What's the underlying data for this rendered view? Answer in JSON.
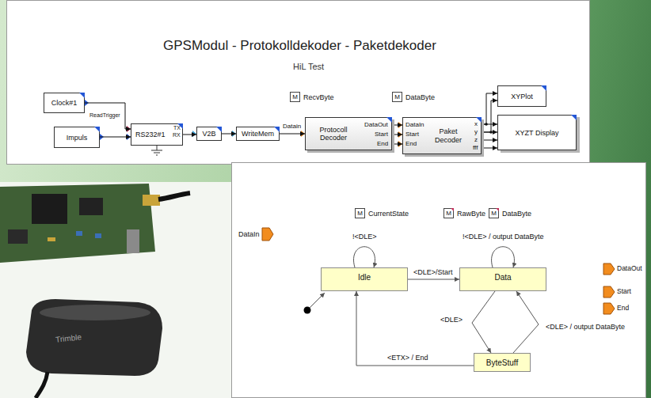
{
  "diagram": {
    "title": "GPSModul - Protokolldekoder - Paketdekoder",
    "nodes": [
      {
        "text": [
          "Clock#1"
        ]
      },
      {
        "text": [
          "Impuls"
        ]
      },
      {
        "text": [
          "RS232#1"
        ]
      },
      {
        "text": [
          "V2B"
        ]
      },
      {
        "text": [
          "WriteMem"
        ]
      },
      {
        "text": [
          "M",
          "RecvByte"
        ]
      },
      {
        "text": [
          "M",
          "DataByte"
        ]
      },
      {
        "text": [
          "Protocoll Decoder"
        ]
      },
      {
        "text": [
          "Paket Decoder"
        ]
      },
      {
        "text": [
          "XYPlot"
        ]
      },
      {
        "text": [
          "XYZT Display"
        ]
      },
      {
        "text": [
          "M",
          "CurrentState"
        ]
      },
      {
        "text": [
          "M",
          "RawByte"
        ]
      },
      {
        "text": [
          "M",
          "DataByte"
        ]
      },
      {
        "text": [
          "Idle"
        ]
      },
      {
        "text": [
          "Data"
        ]
      },
      {
        "text": [
          "ByteStuff"
        ]
      }
    ],
    "edges": [
      {
        "from": 0,
        "to": 2,
        "arrow": "to",
        "label": "ReadTrigger"
      },
      {
        "from": 1,
        "to": 2,
        "arrow": "to"
      },
      {
        "from": 2,
        "to": 3,
        "arrow": "to"
      },
      {
        "from": 3,
        "to": 4,
        "arrow": "to"
      },
      {
        "from": 4,
        "to": 7,
        "arrow": "to",
        "label": "Datain"
      },
      {
        "from": 7,
        "to": 8,
        "arrow": "to"
      },
      {
        "from": 7,
        "to": 8,
        "arrow": "to"
      },
      {
        "from": 7,
        "to": 8,
        "arrow": "to"
      },
      {
        "from": 8,
        "to": 9,
        "arrow": "to"
      },
      {
        "from": 8,
        "to": 9,
        "arrow": "to"
      },
      {
        "from": 8,
        "to": 10,
        "arrow": "to"
      },
      {
        "from": 8,
        "to": 10,
        "arrow": "to"
      },
      {
        "from": 8,
        "to": 10,
        "arrow": "to"
      },
      {
        "from": 8,
        "to": 10,
        "arrow": "to"
      },
      {
        "from": 14,
        "to": 14,
        "arrow": "to",
        "label": "!<DLE>"
      },
      {
        "from": 14,
        "to": 15,
        "arrow": "to",
        "label": "<DLE>/Start"
      },
      {
        "from": 15,
        "to": 15,
        "arrow": "to",
        "label": "!<DLE> / output DataByte"
      },
      {
        "from": 15,
        "to": 16,
        "arrow": "to",
        "label": "<DLE>"
      },
      {
        "from": 16,
        "to": 15,
        "arrow": "to",
        "label": "<DLE> / output DataByte"
      },
      {
        "from": 16,
        "to": 14,
        "arrow": "to",
        "label": "<ETX> / End"
      }
    ],
    "labels": [
      "HiL Test",
      "TX",
      "RX",
      "DataOut",
      "Start",
      "End",
      "DataIn",
      "Start",
      "End",
      "x",
      "y",
      "z",
      "fff",
      "DataIn",
      "DataOut",
      "Start",
      "End",
      "Trimble"
    ]
  }
}
